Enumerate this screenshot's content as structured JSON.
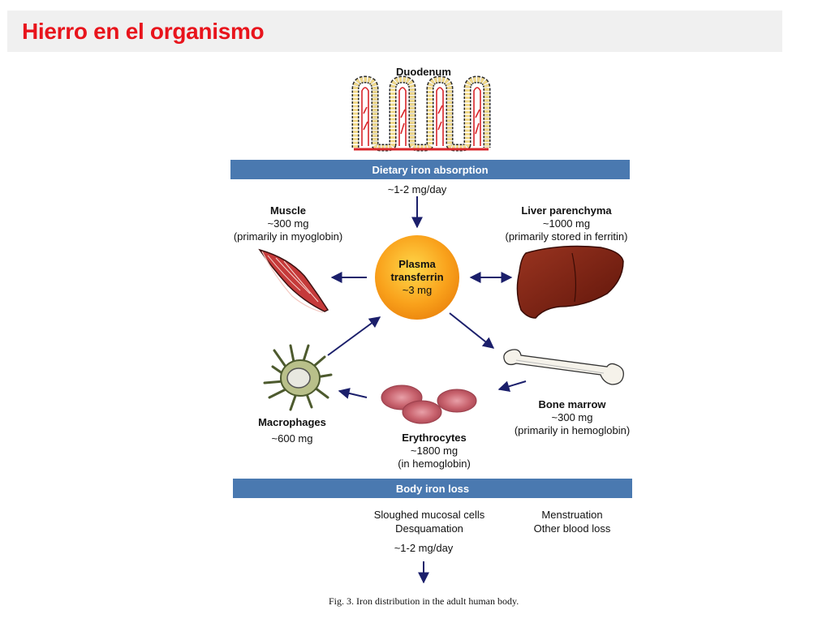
{
  "slide_title": "Hierro en el organismo",
  "duodenum": {
    "label": "Duodenum"
  },
  "absorption_bar": {
    "label": "Dietary iron absorption",
    "rate": "~1-2 mg/day"
  },
  "plasma": {
    "line1": "Plasma",
    "line2": "transferrin",
    "amount": "~3 mg",
    "color": "#f9a11b"
  },
  "muscle": {
    "title": "Muscle",
    "amount": "~300 mg",
    "note": "(primarily in myoglobin)"
  },
  "liver": {
    "title": "Liver parenchyma",
    "amount": "~1000 mg",
    "note": "(primarily stored in ferritin)",
    "color": "#7a1f10"
  },
  "macrophages": {
    "title": "Macrophages",
    "amount": "~600 mg"
  },
  "erythrocytes": {
    "title": "Erythrocytes",
    "amount": "~1800 mg",
    "note": "(in hemoglobin)",
    "color": "#c9646f"
  },
  "bone_marrow": {
    "title": "Bone marrow",
    "amount": "~300 mg",
    "note": "(primarily in hemoglobin)"
  },
  "loss_bar": {
    "label": "Body iron loss"
  },
  "loss": {
    "left_line1": "Sloughed mucosal cells",
    "left_line2": "Desquamation",
    "right_line1": "Menstruation",
    "right_line2": "Other blood loss",
    "rate": "~1-2 mg/day"
  },
  "caption": "Fig. 3. Iron distribution in the adult human body.",
  "colors": {
    "title_red": "#e8141c",
    "bar_blue": "#4a79b0",
    "arrow_navy": "#1b1f6b"
  }
}
